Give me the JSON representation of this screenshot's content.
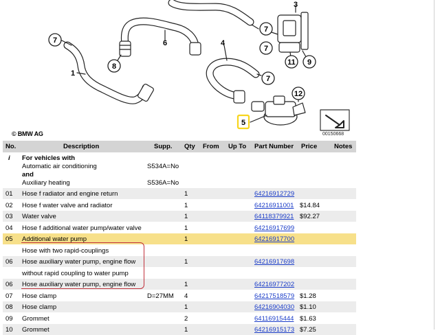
{
  "diagram": {
    "copyright": "© BMW AG",
    "image_number": "00150668",
    "callouts": [
      "7",
      "7",
      "6",
      "4",
      "7",
      "7",
      "8",
      "1",
      "3",
      "11",
      "9",
      "12",
      "5"
    ],
    "highlighted_callout": "5",
    "colors": {
      "highlight": "#f7d51e",
      "line": "#222222"
    }
  },
  "table": {
    "headers": {
      "no": "No.",
      "description": "Description",
      "supp": "Supp.",
      "qty": "Qty",
      "from": "From",
      "upto": "Up To",
      "part": "Part Number",
      "price": "Price",
      "notes": "Notes"
    },
    "info": {
      "icon": "i",
      "line1": "For vehicles with",
      "line2": "Automatic air conditioning",
      "line2_supp": "S534A=No",
      "line3": "and",
      "line4": "Auxiliary heating",
      "line4_supp": "S536A=No"
    },
    "rows": [
      {
        "no": "01",
        "desc": "Hose f radiator and engine return",
        "supp": "",
        "qty": "1",
        "part": "64216912729",
        "price": ""
      },
      {
        "no": "02",
        "desc": "Hose f water valve and radiator",
        "supp": "",
        "qty": "1",
        "part": "64216911001",
        "price": "$14.84"
      },
      {
        "no": "03",
        "desc": "Water valve",
        "supp": "",
        "qty": "1",
        "part": "64118379921",
        "price": "$92.27"
      },
      {
        "no": "04",
        "desc": "Hose f additional water pump/water valve",
        "supp": "",
        "qty": "1",
        "part": "64216917699",
        "price": ""
      },
      {
        "no": "05",
        "desc": "Additional water pump",
        "supp": "",
        "qty": "1",
        "part": "64216917700",
        "price": ""
      },
      {
        "no": "",
        "desc": "Hose with two rapid-couplings",
        "supp": "",
        "qty": "",
        "part": "",
        "price": ""
      },
      {
        "no": "06",
        "desc": "Hose auxiliary water pump, engine flow",
        "supp": "",
        "qty": "1",
        "part": "64216917698",
        "price": ""
      },
      {
        "no": "",
        "desc": "without rapid coupling to water pump",
        "supp": "",
        "qty": "",
        "part": "",
        "price": ""
      },
      {
        "no": "06",
        "desc": "Hose auxiliary water pump, engine flow",
        "supp": "",
        "qty": "1",
        "part": "64216977202",
        "price": ""
      },
      {
        "no": "07",
        "desc": "Hose clamp",
        "supp": "D=27MM",
        "qty": "4",
        "part": "64217518579",
        "price": "$1.28"
      },
      {
        "no": "08",
        "desc": "Hose clamp",
        "supp": "",
        "qty": "1",
        "part": "64216904030",
        "price": "$1.10"
      },
      {
        "no": "09",
        "desc": "Grommet",
        "supp": "",
        "qty": "2",
        "part": "64116915444",
        "price": "$1.63"
      },
      {
        "no": "10",
        "desc": "Grommet",
        "supp": "",
        "qty": "1",
        "part": "64216915173",
        "price": "$7.25"
      }
    ]
  }
}
